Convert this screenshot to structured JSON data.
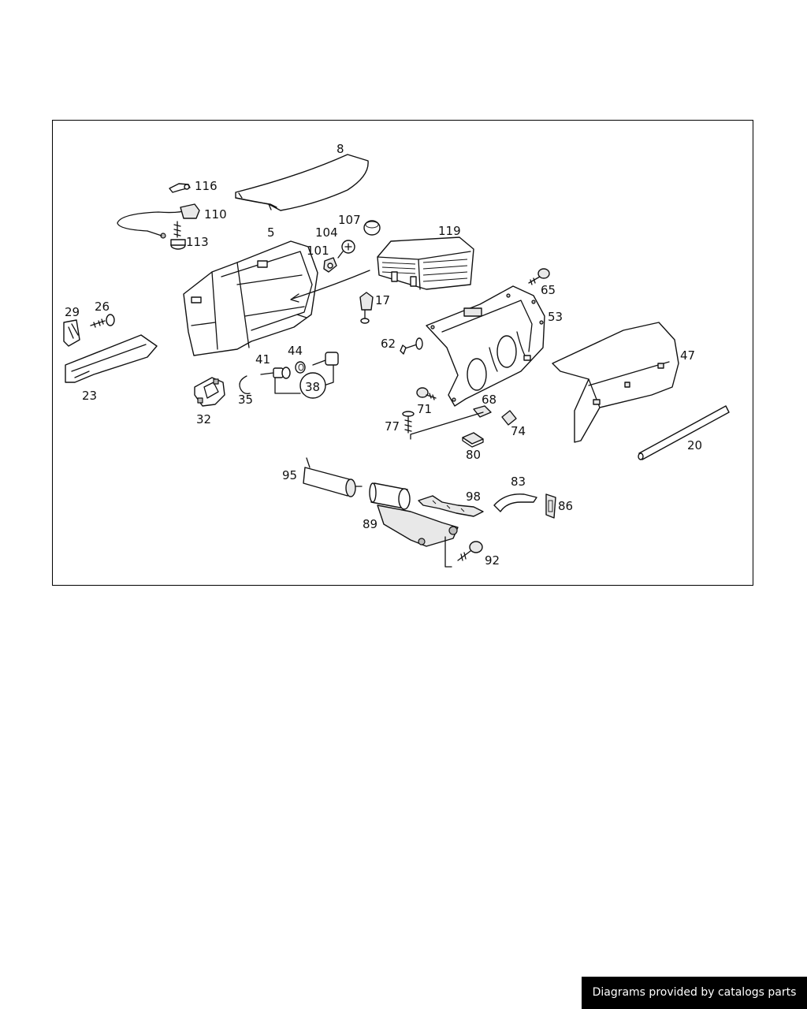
{
  "credit": "Diagrams provided by catalogs parts",
  "labels": {
    "p8": "8",
    "p116": "116",
    "p110": "110",
    "p113": "113",
    "p5": "5",
    "p107": "107",
    "p104": "104",
    "p101": "101",
    "p119": "119",
    "p17": "17",
    "p65": "65",
    "p29": "29",
    "p26": "26",
    "p53": "53",
    "p62": "62",
    "p47": "47",
    "p41": "41",
    "p44": "44",
    "p38": "38",
    "p23": "23",
    "p35": "35",
    "p32": "32",
    "p71": "71",
    "p68": "68",
    "p77": "77",
    "p74": "74",
    "p80": "80",
    "p20": "20",
    "p95": "95",
    "p83": "83",
    "p98": "98",
    "p86": "86",
    "p89": "89",
    "p92": "92"
  }
}
